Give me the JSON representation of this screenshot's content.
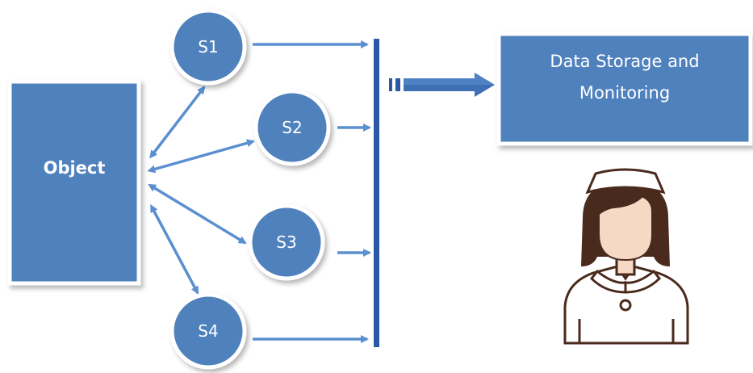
{
  "diagram": {
    "object_label": "Object",
    "sensors": [
      "S1",
      "S2",
      "S3",
      "S4"
    ],
    "storage_line1": "Data Storage and",
    "storage_line2": "Monitoring"
  },
  "colors": {
    "primary_blue": "#4f81bd",
    "arrow_blue": "#5b8fd0",
    "bus_blue": "#2b58a4",
    "hair": "#4a2a1c",
    "skin": "#f6d9c5"
  },
  "icons": {
    "person": "nurse-icon"
  }
}
